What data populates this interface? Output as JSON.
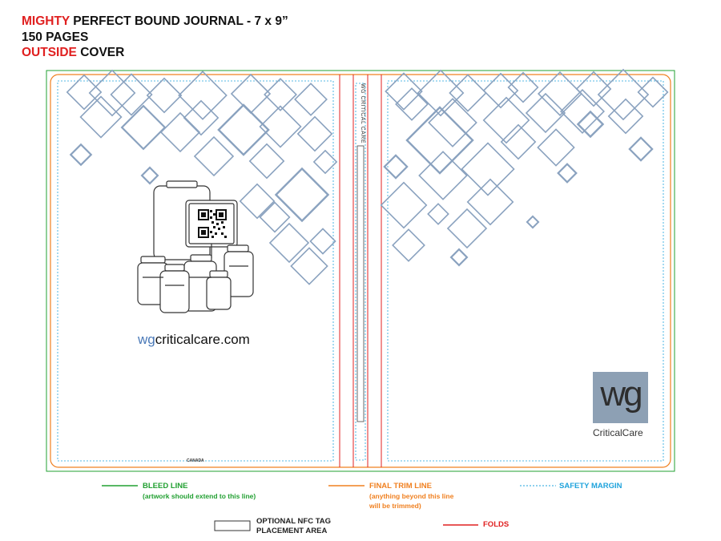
{
  "header": {
    "line1_red": "MIGHTY",
    "line1_rest": " PERFECT BOUND JOURNAL - 7 x 9”",
    "line2": "150 PAGES",
    "line3_red": "OUTSIDE",
    "line3_rest": " COVER"
  },
  "back_cover": {
    "website_prefix": "wg",
    "website_rest": "criticalcare.com",
    "country_mark": "CANADA"
  },
  "spine": {
    "text": "WG CRITICAL CARE"
  },
  "front_cover": {
    "logo_mark": "wg",
    "logo_name": "CriticalCare"
  },
  "legend": {
    "bleed_title": "BLEED LINE",
    "bleed_note": "(artwork should extend to this line)",
    "trim_title": "FINAL TRIM LINE",
    "trim_note_1": "(anything beyond this line",
    "trim_note_2": "will be trimmed)",
    "safety_title": "SAFETY MARGIN",
    "nfc_1": "OPTIONAL NFC TAG",
    "nfc_2": "PLACEMENT AREA",
    "folds_title": "FOLDS"
  },
  "colors": {
    "bleed": "#22a032",
    "trim": "#f08020",
    "safety": "#1fa3dc",
    "folds": "#e02020",
    "pattern": "#8aa2bf",
    "brand_box": "#8da0b4"
  }
}
